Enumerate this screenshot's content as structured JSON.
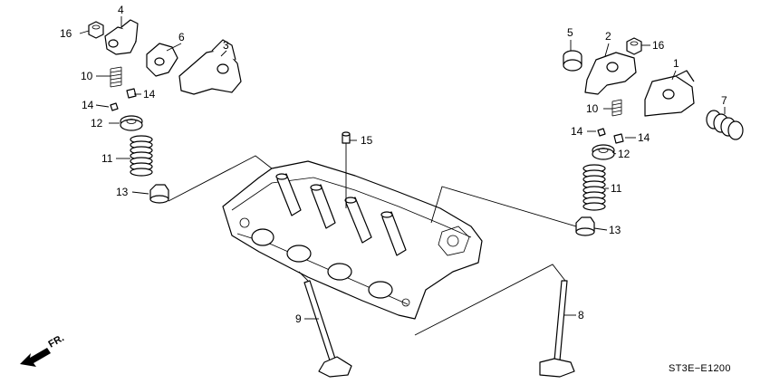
{
  "diagram": {
    "callouts": {
      "c1": "1",
      "c2_left": "2",
      "c3": "3",
      "c4": "4",
      "c5": "5",
      "c6": "6",
      "c7": "7",
      "c8": "8",
      "c9": "9",
      "c10_left": "10",
      "c10_right": "10",
      "c11_left": "11",
      "c11_right": "11",
      "c12_left": "12",
      "c12_right": "12",
      "c13_left": "13",
      "c13_right": "13",
      "c14_left_a": "14",
      "c14_left_b": "14",
      "c14_right_a": "14",
      "c14_right_b": "14",
      "c15": "15",
      "c16_left": "16",
      "c16_right": "16"
    },
    "direction_label": "FR.",
    "diagram_code": "ST3E−E1200"
  }
}
